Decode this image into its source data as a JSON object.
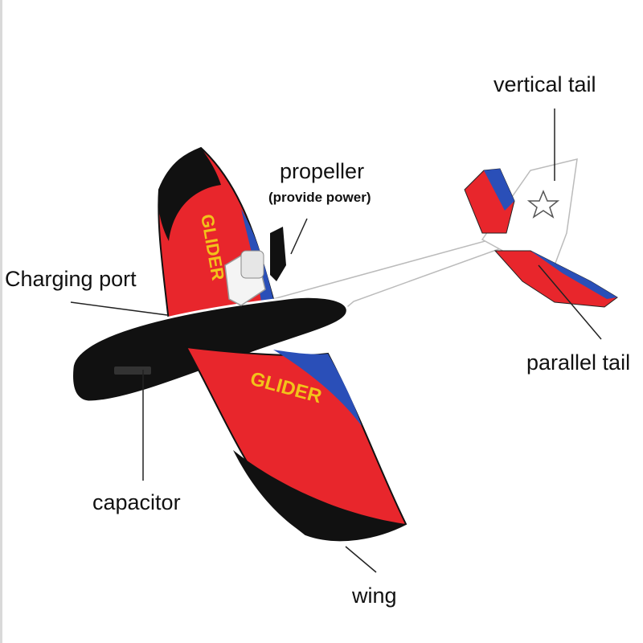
{
  "labels": {
    "vertical_tail": "vertical tail",
    "propeller": "propeller",
    "propeller_note": "(provide power)",
    "charging_port": "Charging port",
    "parallel_tail": "parallel tail",
    "capacitor": "capacitor",
    "wing": "wing"
  },
  "colors": {
    "red": "#e8262c",
    "blue": "#2a4fb8",
    "black": "#111111",
    "white": "#ffffff",
    "logo": "#f2c31a",
    "leader": "#222222"
  },
  "icons": [
    "star-icon"
  ]
}
